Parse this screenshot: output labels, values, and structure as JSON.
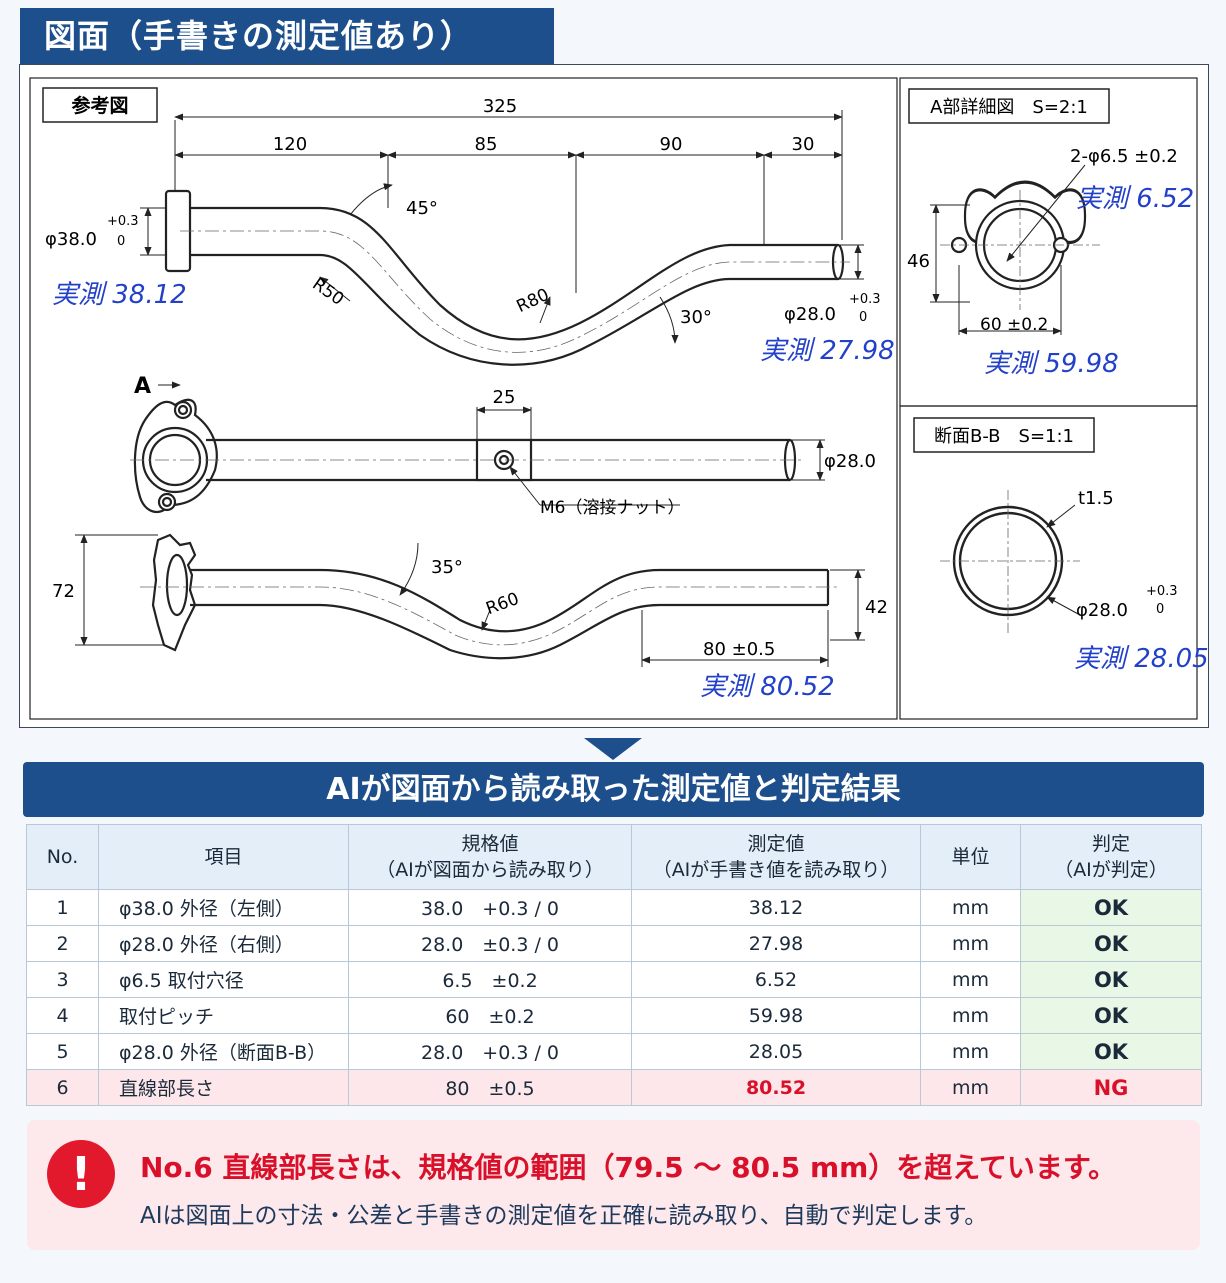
{
  "header": {
    "title": "図面（手書きの測定値あり）"
  },
  "drawing": {
    "ref_label": "参考図",
    "detail_a_label": "A部詳細図　S=2:1",
    "section_b_label": "断面B-B　S=1:1",
    "view_a_label": "A",
    "dim_325": "325",
    "dim_120": "120",
    "dim_85": "85",
    "dim_90": "90",
    "dim_30": "30",
    "dim_45deg": "45°",
    "dim_30deg": "30°",
    "dim_35deg": "35°",
    "dim_r50": "R50",
    "dim_r80": "R80",
    "dim_r60": "R60",
    "dim_phi38": "φ38.0",
    "tol_phi38_upper": "+0.3",
    "tol_phi38_lower": "0",
    "dim_phi28_top": "φ28.0",
    "tol_phi28_top_upper": "+0.3",
    "tol_phi28_top_lower": "0",
    "dim_phi28_mid": "φ28.0",
    "dim_25": "25",
    "note_m6": "M6（溶接ナット）",
    "dim_72": "72",
    "dim_42": "42",
    "dim_80": "80 ±0.5",
    "dim_holes": "2-φ6.5 ±0.2",
    "dim_46": "46",
    "dim_60": "60 ±0.2",
    "dim_t15": "t1.5",
    "dim_phi28_sec": "φ28.0",
    "tol_phi28_sec_upper": "+0.3",
    "tol_phi28_sec_lower": "0",
    "hand_phi38": "実測 38.12",
    "hand_phi28": "実測 27.98",
    "hand_80": "実測 80.52",
    "hand_holes": "実測 6.52",
    "hand_60": "実測 59.98",
    "hand_sec": "実測 28.05"
  },
  "results_title": "AIが図面から読み取った測定値と判定結果",
  "table": {
    "headers": {
      "no": "No.",
      "item": "項目",
      "spec_1": "規格値",
      "spec_2": "（AIが図面から読み取り）",
      "meas_1": "測定値",
      "meas_2": "（AIが手書き値を読み取り）",
      "unit": "単位",
      "judge_1": "判定",
      "judge_2": "（AIが判定）"
    },
    "rows": [
      {
        "no": "1",
        "item": "φ38.0 外径（左側）",
        "spec": "38.0　+0.3 / 0",
        "measured": "38.12",
        "unit": "mm",
        "judgement": "OK"
      },
      {
        "no": "2",
        "item": "φ28.0 外径（右側）",
        "spec": "28.0　±0.3 / 0",
        "measured": "27.98",
        "unit": "mm",
        "judgement": "OK"
      },
      {
        "no": "3",
        "item": "φ6.5 取付穴径",
        "spec": "6.5　±0.2",
        "measured": "6.52",
        "unit": "mm",
        "judgement": "OK"
      },
      {
        "no": "4",
        "item": "取付ピッチ",
        "spec": "60　±0.2",
        "measured": "59.98",
        "unit": "mm",
        "judgement": "OK"
      },
      {
        "no": "5",
        "item": "φ28.0 外径（断面B-B）",
        "spec": "28.0　+0.3 / 0",
        "measured": "28.05",
        "unit": "mm",
        "judgement": "OK"
      },
      {
        "no": "6",
        "item": "直線部長さ",
        "spec": "80　±0.5",
        "measured": "80.52",
        "unit": "mm",
        "judgement": "NG"
      }
    ]
  },
  "alert": {
    "icon": "!",
    "main": "No.6 直線部長さは、規格値の範囲（79.5 ～ 80.5 mm）を超えています。",
    "sub": "AIは図面上の寸法・公差と手書きの測定値を正確に読み取り、自動で判定します。"
  },
  "colors": {
    "primary": "#1d4f8c",
    "ok": "#17821f",
    "ng": "#d8102a",
    "handwriting": "#2240c8"
  }
}
